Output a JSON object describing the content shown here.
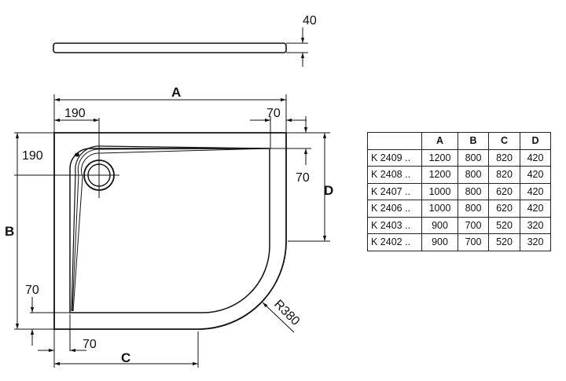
{
  "drawing": {
    "labels": {
      "A": "A",
      "B": "B",
      "C": "C",
      "D": "D"
    },
    "dims": {
      "thickness": "40",
      "drain_x": "190",
      "drain_y": "190",
      "rim_top_right": "70",
      "rim_right": "70",
      "rim_left_bottom": "70",
      "rim_bottom_left": "70",
      "radius": "R380"
    }
  },
  "table": {
    "headers": [
      "",
      "A",
      "B",
      "C",
      "D"
    ],
    "rows": [
      [
        "K 2409 ..",
        "1200",
        "800",
        "820",
        "420"
      ],
      [
        "K 2408 ..",
        "1200",
        "800",
        "820",
        "420"
      ],
      [
        "K 2407 ..",
        "1000",
        "800",
        "620",
        "420"
      ],
      [
        "K 2406 ..",
        "1000",
        "800",
        "620",
        "420"
      ],
      [
        "K 2403 ..",
        "900",
        "700",
        "520",
        "320"
      ],
      [
        "K 2402 ..",
        "900",
        "700",
        "520",
        "320"
      ]
    ]
  }
}
